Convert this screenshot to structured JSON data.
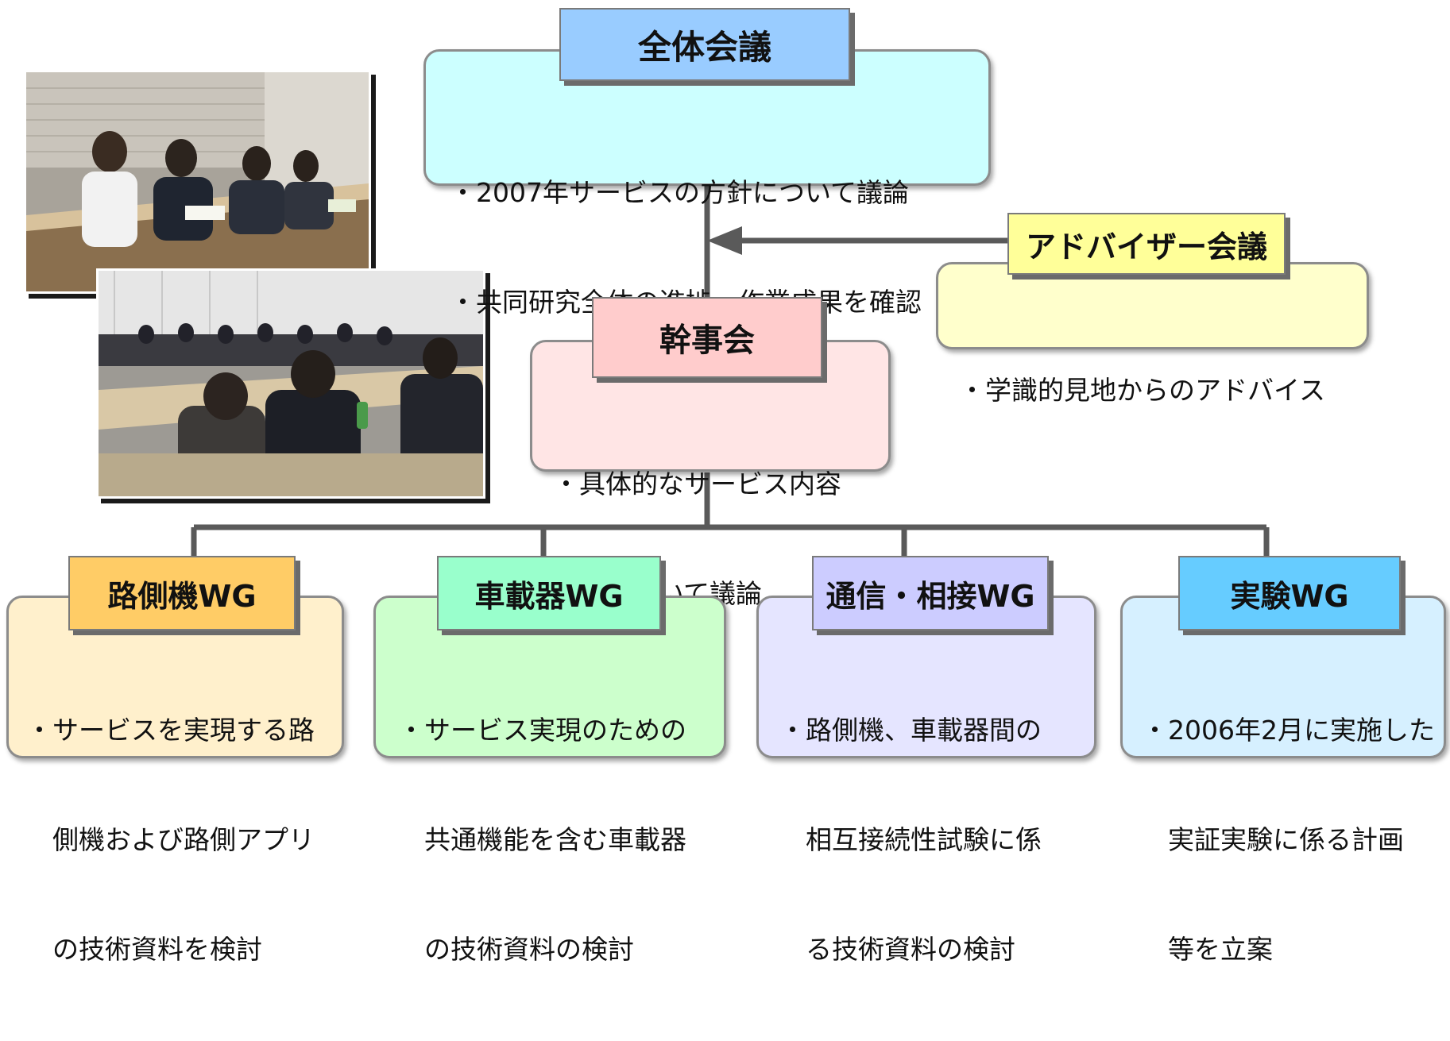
{
  "plenary": {
    "title": "全体会議",
    "lines": [
      "・2007年サービスの方針について議論",
      "・共同研究全体の進捗、作業成果を確認"
    ]
  },
  "advisory": {
    "title": "アドバイザー会議",
    "lines": [
      "・学識的見地からのアドバイス"
    ]
  },
  "steering": {
    "title": "幹事会",
    "lines": [
      "・具体的なサービス内容",
      "　等について議論"
    ]
  },
  "working_groups": [
    {
      "title": "路側機WG",
      "lines": [
        "・サービスを実現する路",
        "　側機および路側アプリ",
        "　の技術資料を検討"
      ]
    },
    {
      "title": "車載器WG",
      "lines": [
        "・サービス実現のための",
        "　共通機能を含む車載器",
        "　の技術資料の検討"
      ]
    },
    {
      "title": "通信・相接WG",
      "lines": [
        "・路側機、車載器間の",
        "　相互接続性試験に係",
        "　る技術資料の検討"
      ]
    },
    {
      "title": "実験WG",
      "lines": [
        "・2006年2月に実施した",
        "　実証実験に係る計画",
        "　等を立案"
      ]
    }
  ],
  "colors": {
    "plenary_fill": "#ccffff",
    "plenary_title": "#99ccff",
    "advisory_fill": "#ffffcc",
    "advisory_title": "#ffff99",
    "steering_fill": "#ffe5e5",
    "steering_title": "#ffcccc",
    "wg1_fill": "#fff0cc",
    "wg1_title": "#ffcc66",
    "wg2_fill": "#ccffcc",
    "wg2_title": "#99ffcc",
    "wg3_fill": "#e5e5ff",
    "wg3_title": "#ccccff",
    "wg4_fill": "#d6f0ff",
    "wg4_title": "#66ccff",
    "connector": "#5a5a5a"
  },
  "photos": [
    {
      "name": "meeting-photo-1"
    },
    {
      "name": "meeting-photo-2"
    }
  ]
}
